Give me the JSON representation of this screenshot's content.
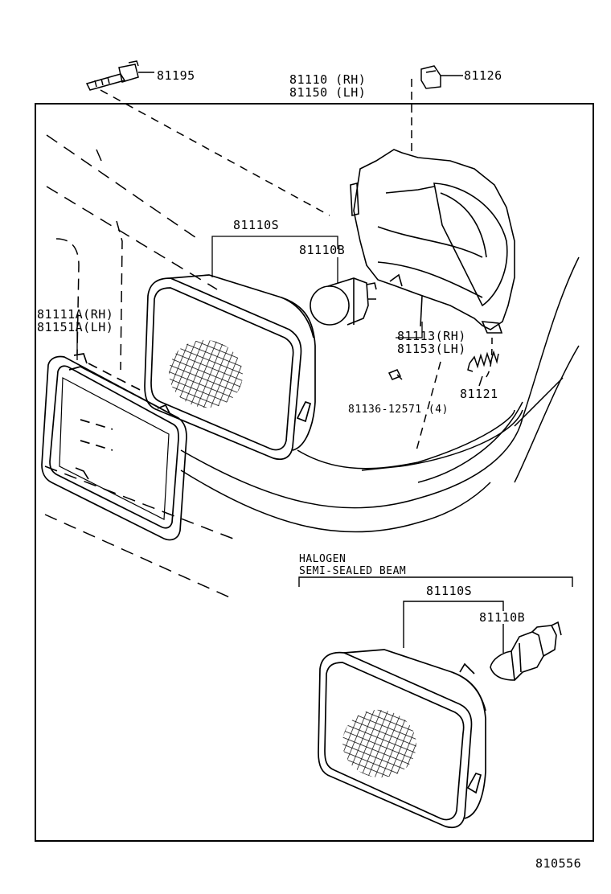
{
  "labels": {
    "p81195": "81195",
    "p81110_rh": "81110 (RH)",
    "p81150_lh": "81150 (LH)",
    "p81126": "81126",
    "p81110s_top": "81110S",
    "p81110b_top": "81110B",
    "p81111a_rh": "81111A(RH)",
    "p81151a_lh": "81151A(LH)",
    "p81113_rh": "81113(RH)",
    "p81153_lh": "81153(LH)",
    "p81121": "81121",
    "p81136": "81136-12571 (4)",
    "halogen": "HALOGEN",
    "semi_sealed": "SEMI-SEALED BEAM",
    "p81110s_bottom": "81110S",
    "p81110b_bottom": "81110B",
    "figure_no": "810556"
  }
}
